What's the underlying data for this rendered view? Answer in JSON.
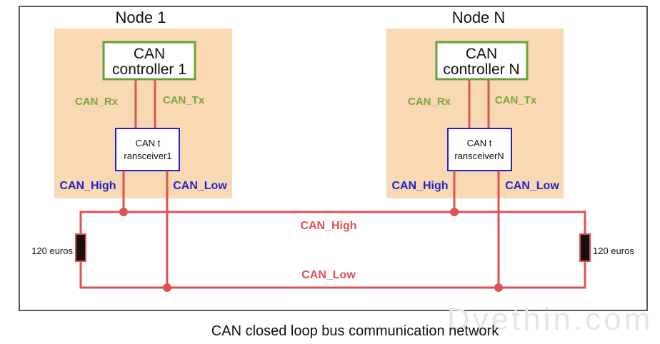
{
  "node1": {
    "title": "Node 1",
    "controller_line1": "CAN",
    "controller_line2": "controller 1",
    "transceiver_line1": "CAN t",
    "transceiver_line2": "ransceiver1",
    "rx_label": "CAN_Rx",
    "tx_label": "CAN_Tx",
    "high_label": "CAN_High",
    "low_label": "CAN_Low"
  },
  "nodeN": {
    "title": "Node N",
    "controller_line1": "CAN",
    "controller_line2": "controller N",
    "transceiver_line1": "CAN t",
    "transceiver_line2": "ransceiverN",
    "rx_label": "CAN_Rx",
    "tx_label": "CAN_Tx",
    "high_label": "CAN_High",
    "low_label": "CAN_Low"
  },
  "bus": {
    "high_label": "CAN_High",
    "low_label": "CAN_Low"
  },
  "resistors": {
    "left_label": "120 euros",
    "right_label": "120 euros"
  },
  "caption": "CAN closed loop bus communication network",
  "watermark": "Dyethin.com",
  "colors": {
    "node_bg": "#f9d9b4",
    "controller_border": "#6aa03a",
    "transceiver_border": "#2222cc",
    "wire": "#e05050",
    "resistor": "#111111"
  }
}
